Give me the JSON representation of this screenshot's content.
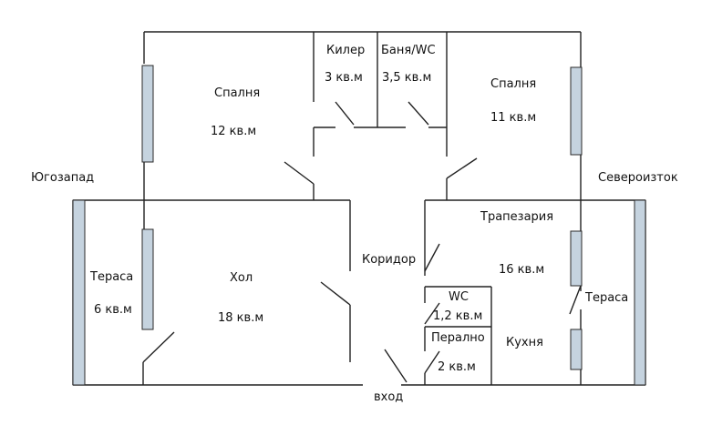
{
  "directions": {
    "southwest": "Югозапад",
    "northeast": "Североизток"
  },
  "entrance": "вход",
  "rooms": {
    "bedroom_left": {
      "name": "Спалня",
      "area": "12 кв.м"
    },
    "pantry": {
      "name": "Килер",
      "area": "3 кв.м"
    },
    "bathroom": {
      "name": "Баня/WC",
      "area": "3,5 кв.м"
    },
    "bedroom_right": {
      "name": "Спалня",
      "area": "11 кв.м"
    },
    "terrace_left": {
      "name": "Тераса",
      "area": "6 кв.м"
    },
    "living": {
      "name": "Хол",
      "area": "18 кв.м"
    },
    "corridor": {
      "name": "Коридор"
    },
    "dining": {
      "name": "Трапезария",
      "area": "16 кв.м"
    },
    "wc": {
      "name": "WC",
      "area": "1,2 кв.м"
    },
    "laundry": {
      "name": "Перално",
      "area": "2 кв.м"
    },
    "kitchen": {
      "name": "Кухня"
    },
    "terrace_right": {
      "name": "Тераса"
    }
  }
}
